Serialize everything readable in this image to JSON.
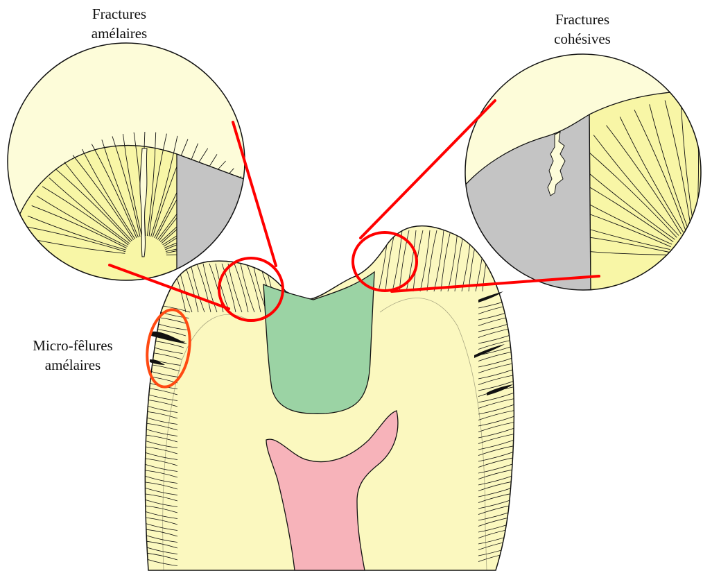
{
  "labels": {
    "enamel_fractures": [
      "Fractures",
      "amélaires"
    ],
    "cohesive_fractures": [
      "Fractures",
      "cohésives"
    ],
    "micro_cracks": [
      "Micro-fêlures",
      "amélaires"
    ]
  },
  "colors": {
    "enamel": "#fbf8bf",
    "dentin_bright": "#f8f6a6",
    "inset_background": "#fdfcd9",
    "restoration": "#9bd3a4",
    "pulp": "#f7b3ba",
    "inset_restoration": "#c4c4c4",
    "callout_red": "#ff0000",
    "micro_crack_ellipse": "#ff4a12",
    "outline": "#111111"
  }
}
